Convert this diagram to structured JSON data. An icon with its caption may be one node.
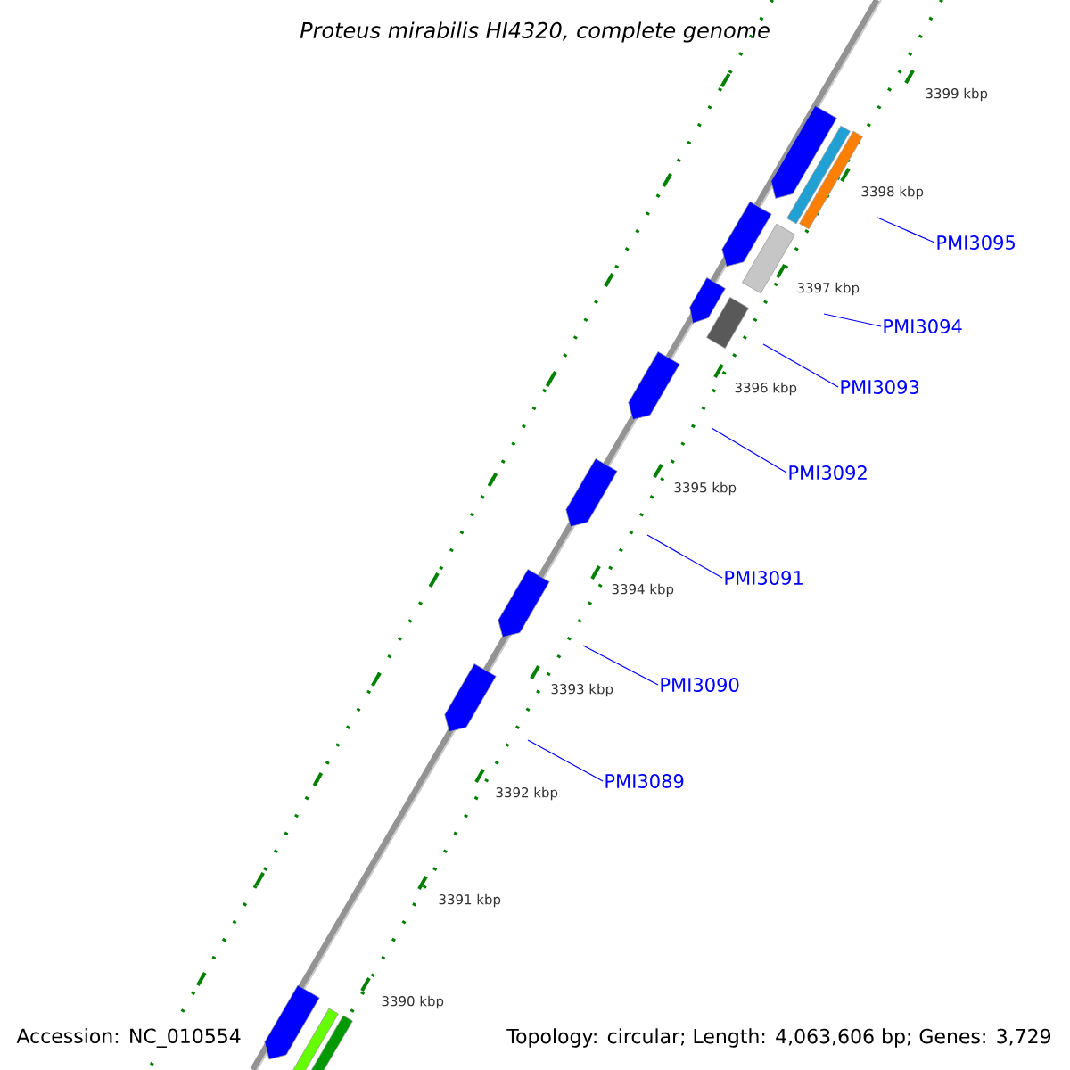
{
  "diagram": {
    "title": "Proteus mirabilis HI4320, complete genome",
    "nodes": [
      {
        "text": [
          "PMI3095"
        ]
      },
      {
        "text": [
          "PMI3094"
        ]
      },
      {
        "text": [
          "PMI3093"
        ]
      },
      {
        "text": [
          "PMI3092"
        ]
      },
      {
        "text": [
          "PMI3091"
        ]
      },
      {
        "text": [
          "PMI3090"
        ]
      },
      {
        "text": [
          "PMI3089"
        ]
      }
    ],
    "edges": [
      {
        "from": 0,
        "to": null,
        "arrow": "none"
      },
      {
        "from": 1,
        "to": null,
        "arrow": "none"
      },
      {
        "from": 2,
        "to": null,
        "arrow": "none"
      },
      {
        "from": 3,
        "to": null,
        "arrow": "none"
      },
      {
        "from": 4,
        "to": null,
        "arrow": "none"
      },
      {
        "from": 5,
        "to": null,
        "arrow": "none"
      },
      {
        "from": 6,
        "to": null,
        "arrow": "none"
      }
    ],
    "labels": [
      "3399 kbp",
      "3398 kbp",
      "3397 kbp",
      "3396 kbp",
      "3395 kbp",
      "3394 kbp",
      "3393 kbp",
      "3392 kbp",
      "3391 kbp",
      "3390 kbp",
      "Accession: NC_010554",
      "Topology: circular; Length: 4,063,606 bp; Genes: 3,729"
    ]
  }
}
